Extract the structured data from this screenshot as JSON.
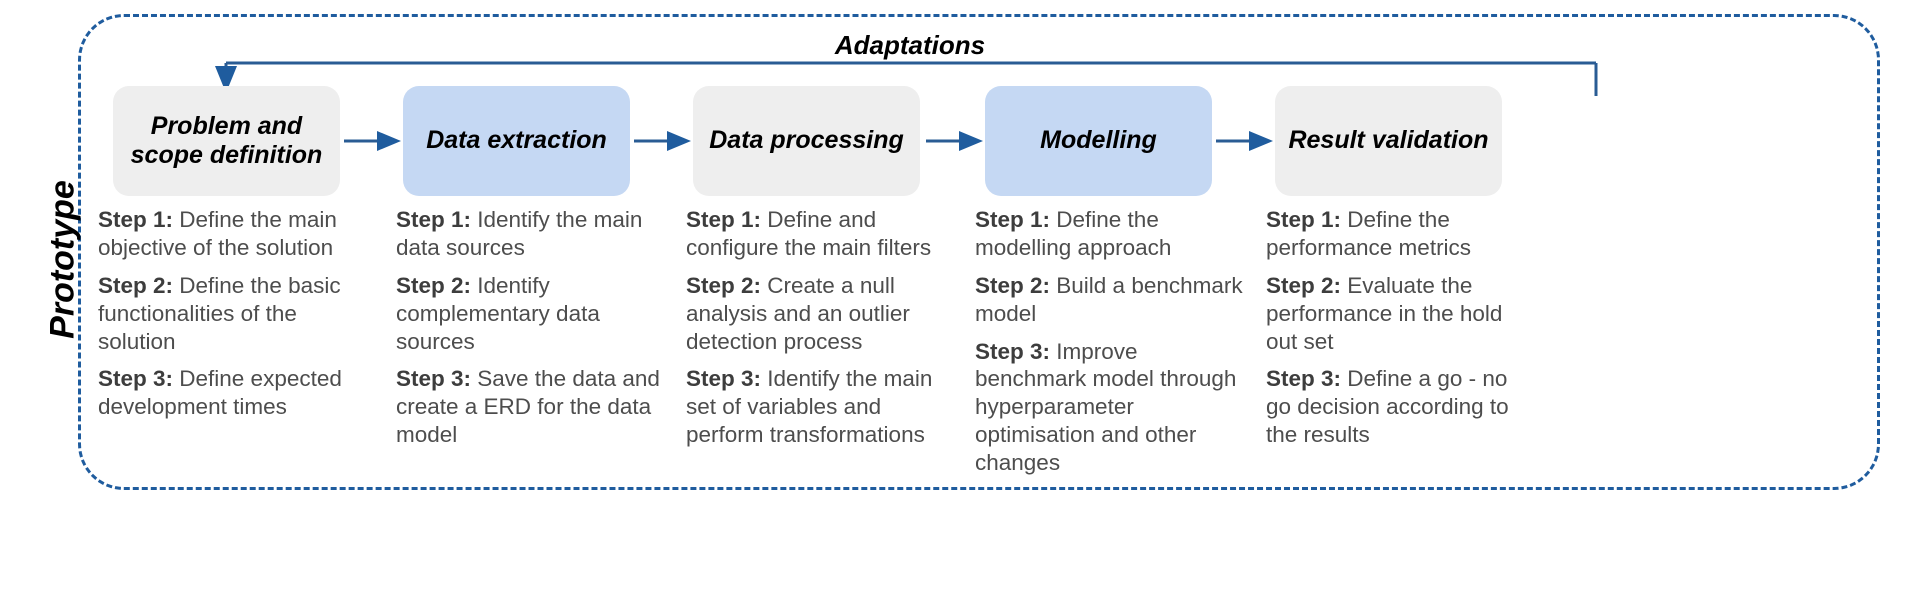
{
  "frame": {
    "side_label": "Prototype",
    "accent_color": "#1f5c9e",
    "box_gray": "#eeeeee",
    "box_blue": "#c5d8f3"
  },
  "feedback": {
    "label": "Adaptations"
  },
  "chart_data": {
    "type": "diagram",
    "title": "Prototype",
    "annotations": [
      "Adaptations"
    ],
    "stages": [
      "Problem and scope definition",
      "Data extraction",
      "Data processing",
      "Modelling",
      "Result validation"
    ]
  },
  "stages": [
    {
      "title_line1": "Problem and",
      "title_line2": "scope definition",
      "style": "gray",
      "steps": [
        {
          "key": "Step 1:",
          "text": " Define the main objective of the solution"
        },
        {
          "key": "Step 2:",
          "text": " Define the basic functionalities of the solution"
        },
        {
          "key": "Step 3:",
          "text": " Define expected development times"
        }
      ]
    },
    {
      "title_line1": "Data extraction",
      "title_line2": "",
      "style": "blue",
      "steps": [
        {
          "key": "Step 1:",
          "text": " Identify the main data sources"
        },
        {
          "key": "Step 2:",
          "text": " Identify complementary data sources"
        },
        {
          "key": "Step 3:",
          "text": " Save the data and create a ERD for the data model"
        }
      ]
    },
    {
      "title_line1": "Data processing",
      "title_line2": "",
      "style": "gray",
      "steps": [
        {
          "key": "Step 1:",
          "text": " Define and configure the main filters"
        },
        {
          "key": "Step 2:",
          "text": " Create a null analysis and an outlier detection process"
        },
        {
          "key": "Step 3:",
          "text": " Identify the main set of variables and perform transformations"
        }
      ]
    },
    {
      "title_line1": "Modelling",
      "title_line2": "",
      "style": "blue",
      "steps": [
        {
          "key": "Step 1:",
          "text": " Define the modelling approach"
        },
        {
          "key": "Step 2:",
          "text": " Build a benchmark model"
        },
        {
          "key": "Step 3:",
          "text": " Improve benchmark model through hyperparameter optimisation and other changes"
        }
      ]
    },
    {
      "title_line1": "Result validation",
      "title_line2": "",
      "style": "gray",
      "steps": [
        {
          "key": "Step 1:",
          "text": " Define the performance metrics"
        },
        {
          "key": "Step 2:",
          "text": " Evaluate the performance in the hold out set"
        },
        {
          "key": "Step 3:",
          "text": " Define a go - no go decision according to the results"
        }
      ]
    }
  ]
}
